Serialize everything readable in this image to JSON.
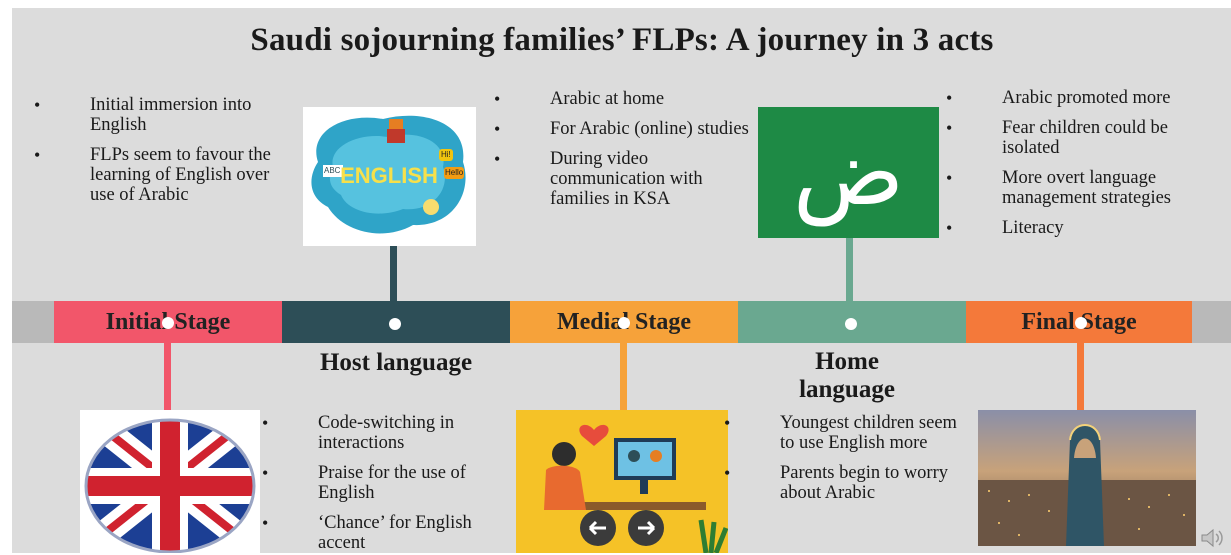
{
  "title": "Saudi sojourning families’ FLPs: A journey in 3 acts",
  "colors": {
    "initial": "#f2566a",
    "host": "#2d4e57",
    "medial": "#f6a23a",
    "home": "#6aa890",
    "final": "#f4793a",
    "band": "#b9b9b9",
    "background": "#dcdcdc"
  },
  "stages": {
    "initial": "Initial Stage",
    "medial": "Medial Stage",
    "final": "Final Stage"
  },
  "subtitles": {
    "host": "Host language",
    "home_line1": "Home",
    "home_line2": "language"
  },
  "bullets": {
    "initial_top": [
      "Initial immersion into English",
      "FLPs seem to favour the learning of English over use of Arabic"
    ],
    "medial_top": [
      "Arabic at home",
      "For Arabic (online) studies",
      "During video communication with families in KSA"
    ],
    "final_top": [
      "Arabic promoted more",
      "Fear children could be isolated",
      "More overt language management strategies",
      "Literacy"
    ],
    "host_bottom": [
      "Code-switching in interactions",
      "Praise for the use of English",
      "‘Chance’ for English accent"
    ],
    "home_bottom": [
      "Youngest children seem to use English more",
      "Parents begin to worry about Arabic"
    ]
  },
  "images": {
    "english_word": "ENGLISH",
    "abc_tag": "ABC",
    "hi_tag": "Hi!",
    "hello_tag": "Hello",
    "arabic_letter": "ض"
  },
  "icons": [
    "uk-flag-image",
    "english-illustration-image",
    "arabic-letter-image",
    "video-call-illustration-image",
    "riyadh-skyline-image",
    "speaker-icon"
  ]
}
